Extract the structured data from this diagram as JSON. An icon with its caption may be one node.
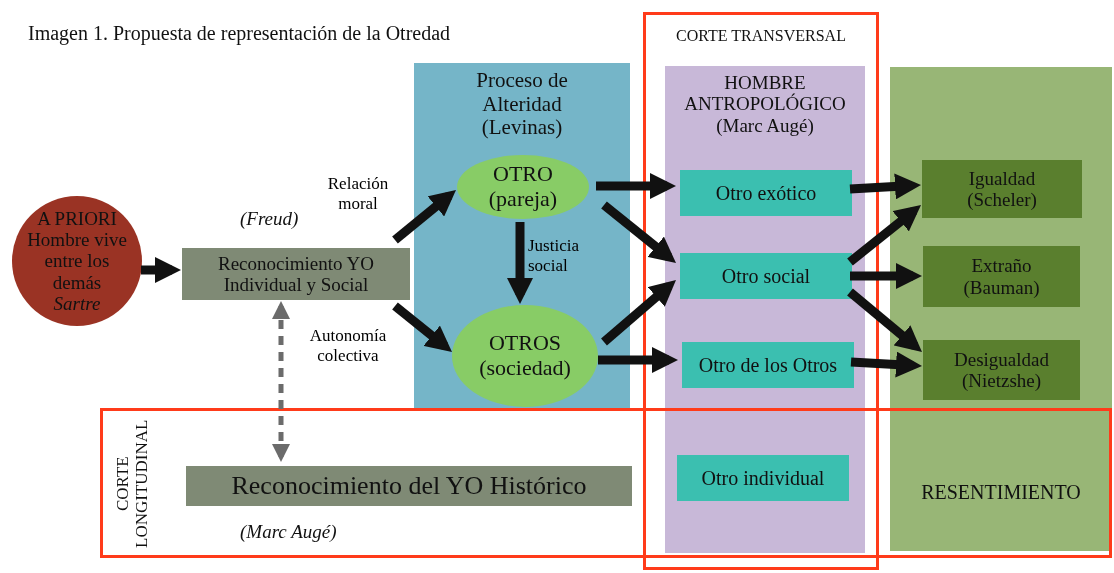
{
  "diagram": {
    "title": "Imagen 1. Propuesta de representación de la Otredad",
    "nodes": [
      {
        "text": [
          "A PRIORI Hombre vive entre los demás",
          "Sartre"
        ]
      },
      {
        "text": [
          "Reconocimiento YO Individual y Social"
        ],
        "beside": [
          "(Freud)"
        ]
      },
      {
        "text": [
          "Proceso de Alteridad (Levinas)"
        ]
      },
      {
        "text": [
          "OTRO (pareja)"
        ],
        "in": 2
      },
      {
        "text": [
          "OTROS (sociedad)"
        ],
        "in": 2
      },
      {
        "text": [
          "CORTE TRANSVERSAL"
        ]
      },
      {
        "text": [
          "HOMBRE ANTROPOLÓGICO (Marc Augé)"
        ],
        "in": 5
      },
      {
        "text": [
          "Otro exótico"
        ],
        "in": 6
      },
      {
        "text": [
          "Otro social"
        ],
        "in": 6
      },
      {
        "text": [
          "Otro de los Otros"
        ],
        "in": 6
      },
      {
        "text": [
          "Otro individual"
        ]
      },
      {
        "text": [
          "RESENTIMIENTO"
        ]
      },
      {
        "text": [
          "Igualdad (Scheler)"
        ],
        "in": 11
      },
      {
        "text": [
          "Extraño (Bauman)"
        ],
        "in": 11
      },
      {
        "text": [
          "Desigualdad (Nietzshe)"
        ],
        "in": 11
      },
      {
        "text": [
          "CORTE LONGITUDINAL"
        ]
      },
      {
        "text": [
          "Reconocimiento del YO Histórico"
        ],
        "in": 15,
        "beside": [
          "(Marc Augé)"
        ]
      }
    ],
    "edges": [
      {
        "from": 0,
        "to": 1,
        "arrow": "to"
      },
      {
        "from": 1,
        "to": 3,
        "arrow": "to",
        "label": "Relación moral"
      },
      {
        "from": 1,
        "to": 4,
        "arrow": "to",
        "label": "Autonomía colectiva"
      },
      {
        "from": 3,
        "to": 4,
        "arrow": "to",
        "label": "Justicia social"
      },
      {
        "from": 3,
        "to": 7,
        "arrow": "to"
      },
      {
        "from": 3,
        "to": 8,
        "arrow": "to"
      },
      {
        "from": 4,
        "to": 8,
        "arrow": "to"
      },
      {
        "from": 4,
        "to": 9,
        "arrow": "to"
      },
      {
        "from": 7,
        "to": 12,
        "arrow": "to"
      },
      {
        "from": 8,
        "to": 12,
        "arrow": "to"
      },
      {
        "from": 8,
        "to": 13,
        "arrow": "to"
      },
      {
        "from": 8,
        "to": 14,
        "arrow": "to"
      },
      {
        "from": 9,
        "to": 14,
        "arrow": "to"
      },
      {
        "from": 16,
        "to": 1,
        "arrow": "both",
        "style": "dashed",
        "color": "#6b6b6b"
      }
    ]
  }
}
